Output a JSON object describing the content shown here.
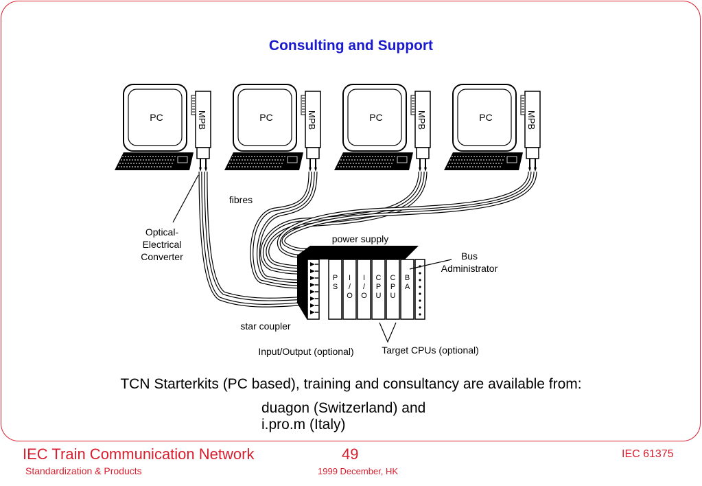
{
  "title": "Consulting and Support",
  "diagram": {
    "pc_label": "PC",
    "mpb_label": "MPB",
    "labels": {
      "fibres": "fibres",
      "converter": [
        "Optical-",
        "Electrical",
        "Converter"
      ],
      "power_supply": "power supply",
      "bus_admin": [
        "Bus",
        "Administrator"
      ],
      "star_coupler": "star coupler",
      "io_optional": "Input/Output (optional)",
      "target_cpus": "Target CPUs (optional)"
    },
    "card_letters": [
      [
        "P",
        "S"
      ],
      [
        "I",
        "/",
        "O"
      ],
      [
        "I",
        "/",
        "O"
      ],
      [
        "C",
        "P",
        "U"
      ],
      [
        "C",
        "P",
        "U"
      ],
      [
        "B",
        "A"
      ]
    ]
  },
  "caption": "TCN Starterkits (PC based), training and consultancy are available from:",
  "vendors": [
    "duagon (Switzerland) and",
    "i.pro.m (Italy)"
  ],
  "footer": {
    "title": "IEC Train Communication Network",
    "subtitle": "Standardization & Products",
    "page": "49",
    "date": "1999 December, HK",
    "standard": "IEC 61375"
  },
  "colors": {
    "accent": "#d81e2e",
    "title": "#1a1acc"
  }
}
